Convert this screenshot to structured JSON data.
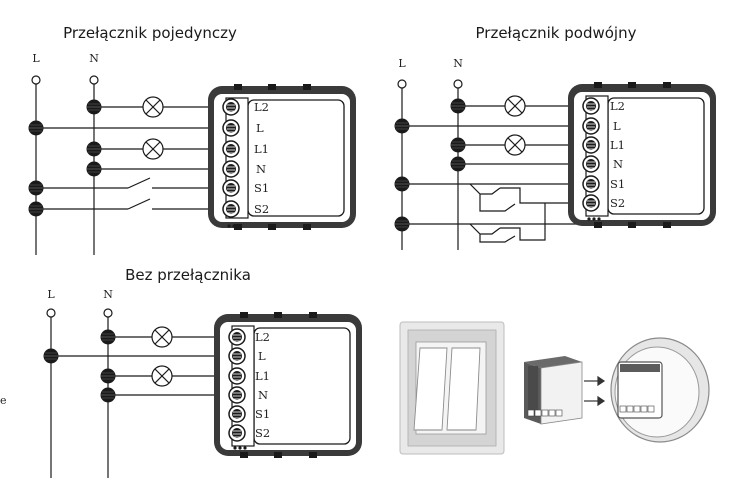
{
  "diagrams": [
    {
      "title": "Przełącznik pojedynczy",
      "lines": [
        "L",
        "N"
      ]
    },
    {
      "title": "Przełącznik podwójny",
      "lines": [
        "L",
        "N"
      ]
    },
    {
      "title": "Bez przełącznika",
      "lines": [
        "L",
        "N"
      ]
    }
  ],
  "terminals": [
    "L2",
    "L",
    "L1",
    "N",
    "S1",
    "S2"
  ],
  "side_mark": "e"
}
